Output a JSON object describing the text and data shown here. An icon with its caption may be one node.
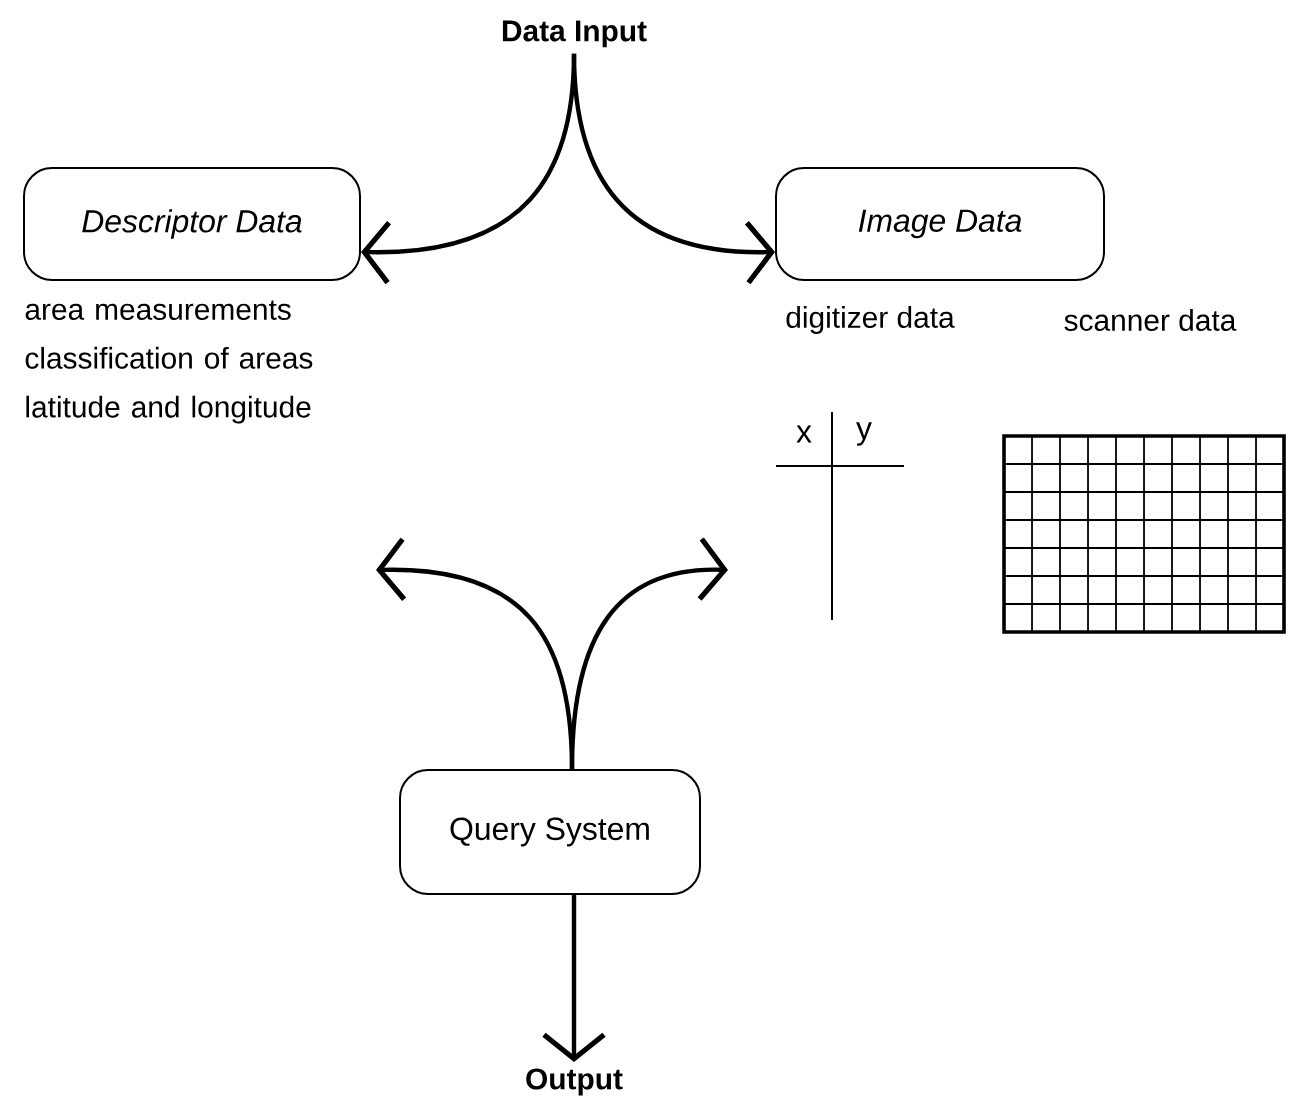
{
  "diagram": {
    "nodes": [
      {
        "text": [
          "Data Input"
        ]
      },
      {
        "text": [
          "Descriptor Data"
        ],
        "beside": [
          "area measurements classification of areas latitude and longitude"
        ]
      },
      {
        "text": [
          "Image Data"
        ],
        "beside": [
          "digitizer data",
          "scanner data"
        ]
      },
      {
        "text": [
          "Query System"
        ]
      },
      {
        "text": [
          "Output"
        ]
      }
    ],
    "edges": [
      {
        "from": 0,
        "to": 1,
        "arrow": "to"
      },
      {
        "from": 0,
        "to": 2,
        "arrow": "to"
      },
      {
        "from": 3,
        "to": null,
        "arrow": "to"
      },
      {
        "from": 3,
        "to": null,
        "arrow": "to"
      },
      {
        "from": 3,
        "to": 4,
        "arrow": "to"
      }
    ],
    "labels": [
      "x",
      "y"
    ]
  }
}
